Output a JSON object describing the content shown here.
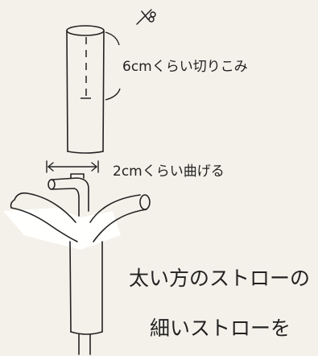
{
  "labels": {
    "cut_note": "6cmくらい切りこみ",
    "bend_note": "2cmくらい曲げる",
    "bottom_line1": "太い方のストローの",
    "bottom_line2": "細いストローを"
  },
  "icons": {
    "scissors": "scissors-icon"
  },
  "colors": {
    "ink": "#222222",
    "paper": "#f4f1ea",
    "tape": "#ffffff"
  }
}
